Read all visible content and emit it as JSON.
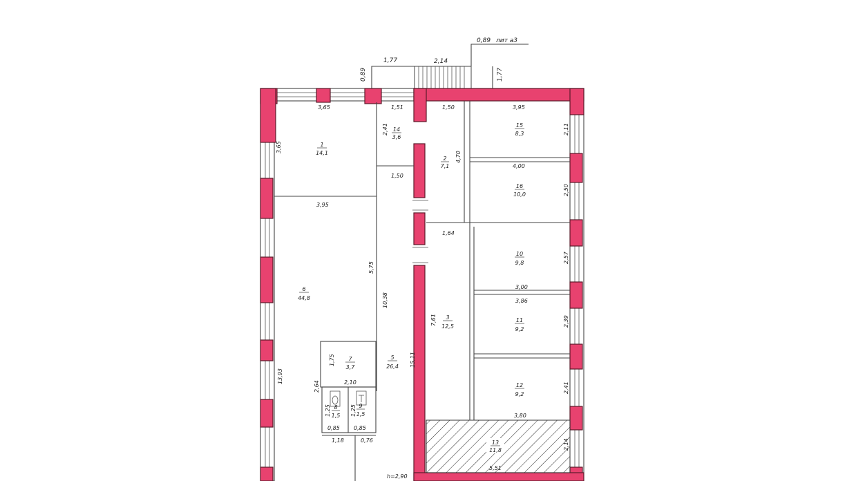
{
  "top_annotations": {
    "lit": "лит а3",
    "dim_089_top": "0,89",
    "dim_177": "1,77",
    "dim_214": "2,14",
    "dim_177_v": "1,77",
    "dim_089_v": "0,89"
  },
  "dimensions": {
    "d_365_top": "3,65",
    "d_365_left": "3,65",
    "d_151": "1,51",
    "d_150_top": "1,50",
    "d_395_top": "3,95",
    "d_241": "2,41",
    "d_470": "4,70",
    "d_211": "2,11",
    "d_400": "4,00",
    "d_150_mid": "1,50",
    "d_250": "2,50",
    "d_395_left": "3,95",
    "d_164": "1,64",
    "d_575": "5,75",
    "d_257": "2,57",
    "d_1038": "10,38",
    "d_300": "3,00",
    "d_386": "3,86",
    "d_761": "7,61",
    "d_239": "2,39",
    "d_175": "1,75",
    "d_1511": "15,11",
    "d_1393": "13,93",
    "d_210": "2,10",
    "d_264": "2,64",
    "d_241b": "2,41",
    "d_125a": "1,25",
    "d_125b": "1,25",
    "d_085a": "0,85",
    "d_085b": "0,85",
    "d_380": "3,80",
    "d_118": "1,18",
    "d_076": "0,76",
    "d_214b": "2,14",
    "d_551": "5,51",
    "height": "h=2,90"
  },
  "rooms": [
    {
      "num": "1",
      "area": "14,1"
    },
    {
      "num": "14",
      "area": "3,6"
    },
    {
      "num": "2",
      "area": "7,1"
    },
    {
      "num": "15",
      "area": "8,3"
    },
    {
      "num": "16",
      "area": "10,0"
    },
    {
      "num": "6",
      "area": "44,8"
    },
    {
      "num": "10",
      "area": "9,8"
    },
    {
      "num": "3",
      "area": "12,5"
    },
    {
      "num": "11",
      "area": "9,2"
    },
    {
      "num": "7",
      "area": "3,7"
    },
    {
      "num": "5",
      "area": "26,4"
    },
    {
      "num": "12",
      "area": "9,2"
    },
    {
      "num": "8",
      "area": "1,5"
    },
    {
      "num": "9",
      "area": "1,5"
    },
    {
      "num": "13",
      "area": "11,8"
    }
  ]
}
